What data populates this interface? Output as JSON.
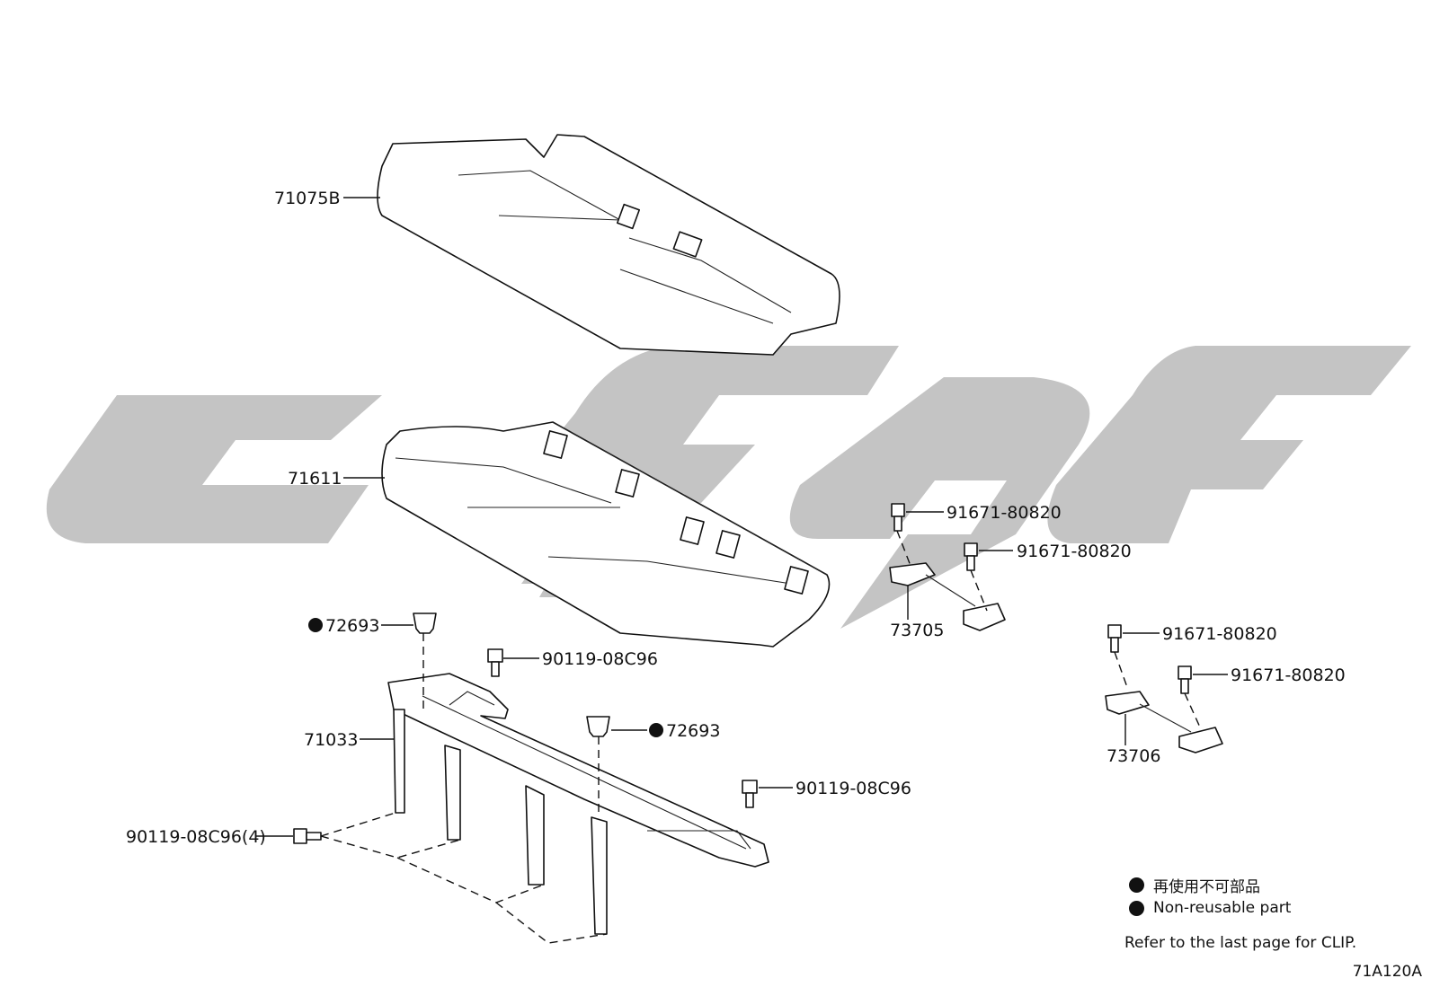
{
  "callouts": {
    "seat_cushion_cover": "71075B",
    "seat_cushion_pad": "71611",
    "clip_upper": "72693",
    "bolt_upper": "90119-08C96",
    "clip_lower": "72693",
    "frame": "71033",
    "bolt_right": "90119-08C96",
    "bolt_left": "90119-08C96(4)",
    "bolt_73705_a": "91671-80820",
    "bolt_73705_b": "91671-80820",
    "bracket_73705": "73705",
    "bolt_73706_a": "91671-80820",
    "bolt_73706_b": "91671-80820",
    "bracket_73706": "73706"
  },
  "legend": {
    "non_reusable_jp": "再使用不可部品",
    "non_reusable_en": "Non-reusable part"
  },
  "note": "Refer to the last page for CLIP.",
  "illustration_code": "71A120A",
  "colors": {
    "line": "#111111",
    "watermark": "#c4c4c4",
    "background": "#ffffff"
  }
}
